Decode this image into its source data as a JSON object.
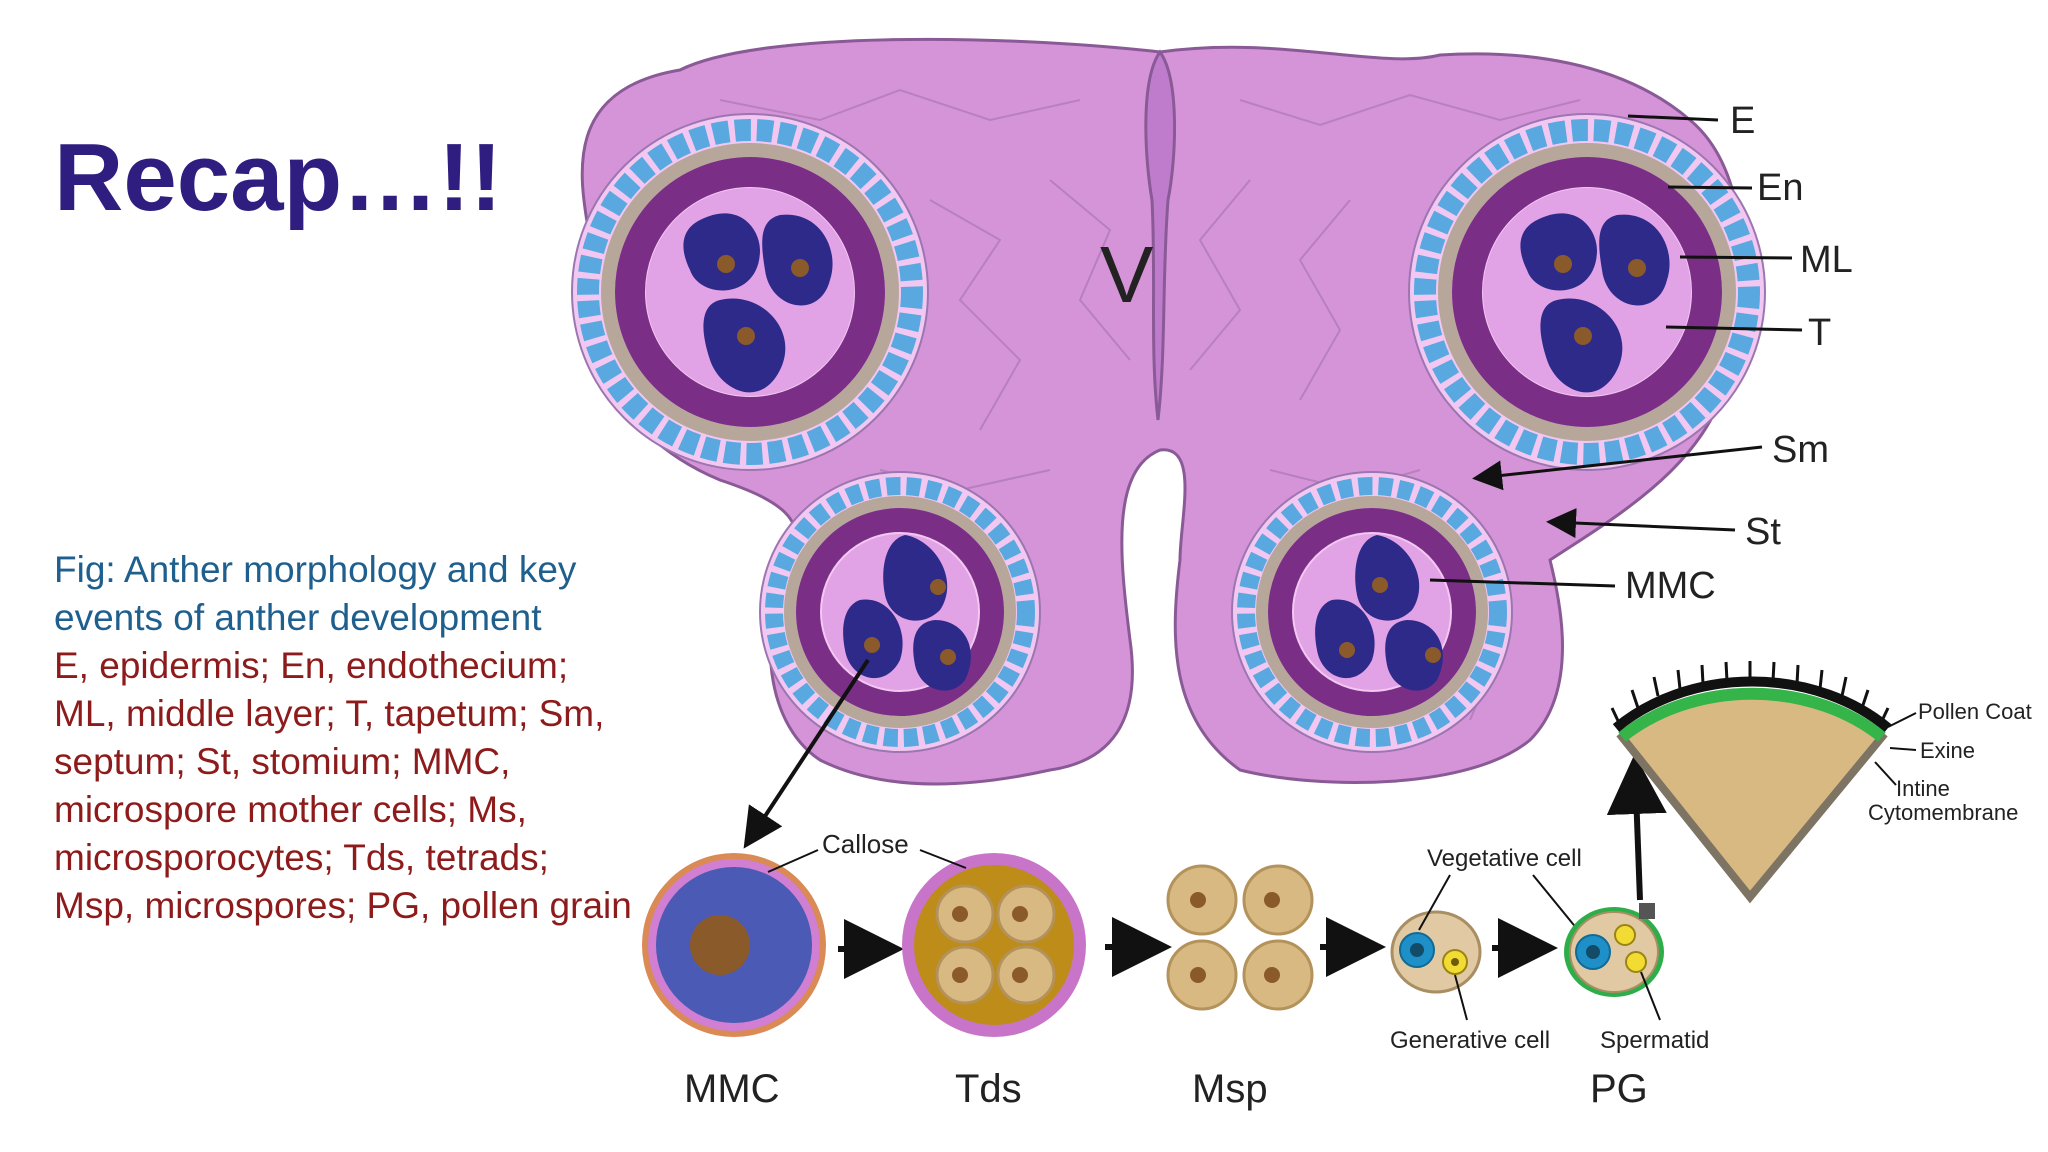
{
  "title": "Recap…!!",
  "caption": {
    "fig": "Fig: Anther morphology and key events of anther development",
    "abbrev": "E, epidermis; En, endothecium; ML, middle layer; T, tapetum; Sm, septum; St, stomium; MMC, microspore mother cells; Ms, microsporocytes; Tds, tetrads; Msp, microspores; PG, pollen grain"
  },
  "anther_labels": {
    "v": "V",
    "e": "E",
    "en": "En",
    "ml": "ML",
    "t": "T",
    "sm": "Sm",
    "st": "St",
    "mmc": "MMC"
  },
  "stages": {
    "callose": "Callose",
    "vegetative": "Vegetative cell",
    "generative": "Generative cell",
    "spermatid": "Spermatid",
    "mmc": "MMC",
    "tds": "Tds",
    "msp": "Msp",
    "pg": "PG"
  },
  "wall": {
    "coat": "Pollen Coat",
    "exine": "Exine",
    "intine": "Intine",
    "cytomembrane": "Cytomembrane"
  },
  "colors": {
    "tissue": "#d594d8",
    "tissue_line": "#a86bb0",
    "endothecium": "#5aa8e0",
    "tapetum": "#7b2e86",
    "cell": "#2d2a8a",
    "nucleus": "#8b5a2b",
    "pollen_tan": "#d8b982",
    "title": "#2f1d80"
  }
}
